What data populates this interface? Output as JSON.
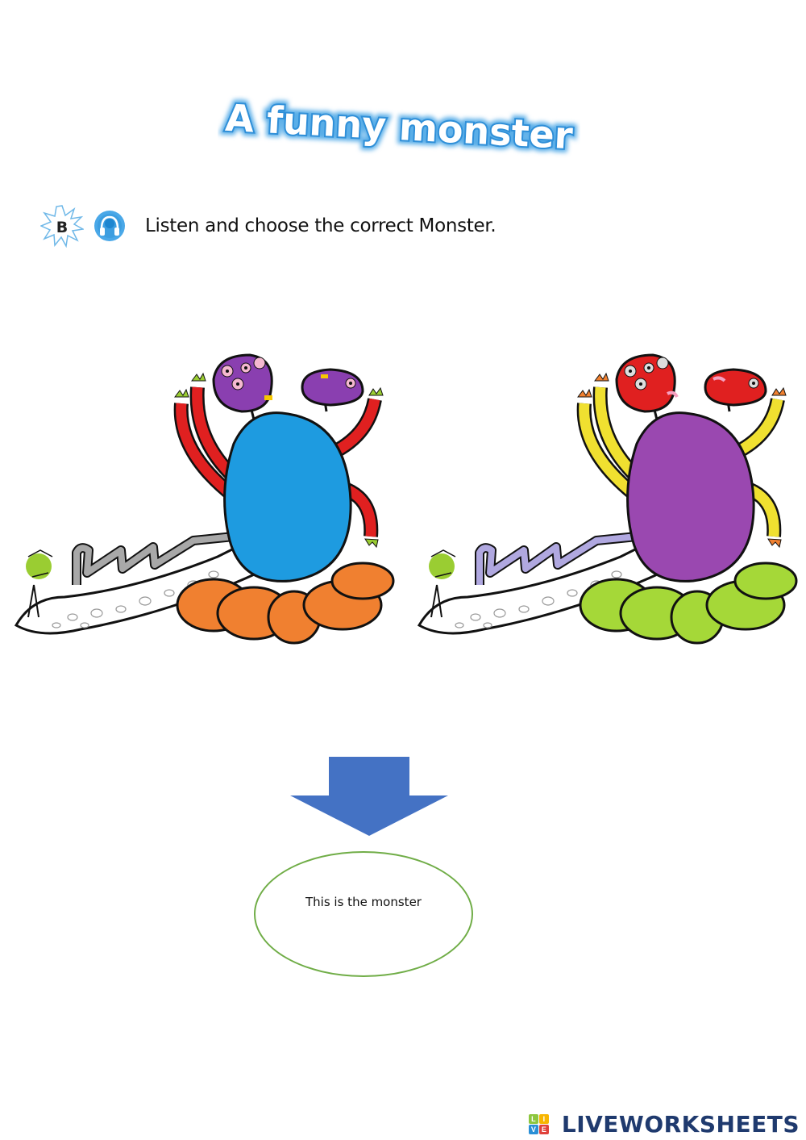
{
  "title": "A funny monster",
  "instruction": {
    "badge_letter": "B",
    "audio_icon": "headphones-icon",
    "text": "Listen and choose the correct Monster."
  },
  "monsters": [
    {
      "label": "monster-1",
      "body_color": "#1e9be0",
      "head_color": "#8a3fb0",
      "arm_color": "#e02020",
      "foot_color": "#f08030",
      "hand_color": "#9acd32",
      "tail_color": "#a8a8a8"
    },
    {
      "label": "monster-2",
      "body_color": "#9a48b0",
      "head_color": "#e02020",
      "arm_color": "#f0e030",
      "foot_color": "#a5d838",
      "hand_color": "#f08030",
      "tail_color": "#b0a8e0"
    }
  ],
  "arrow": {
    "color": "#4472c4"
  },
  "answer_box": {
    "text": "This is the monster",
    "border_color": "#70ad47"
  },
  "footer": {
    "logo_text": "LIVEWORKSHEETS",
    "logo_blocks": [
      {
        "letter": "L",
        "color": "#8dc63f"
      },
      {
        "letter": "I",
        "color": "#f7b500"
      },
      {
        "letter": "",
        "color": "#ffffff"
      },
      {
        "letter": "V",
        "color": "#2a8fd6"
      },
      {
        "letter": "E",
        "color": "#e0413b"
      },
      {
        "letter": "",
        "color": "#ffffff"
      }
    ]
  }
}
